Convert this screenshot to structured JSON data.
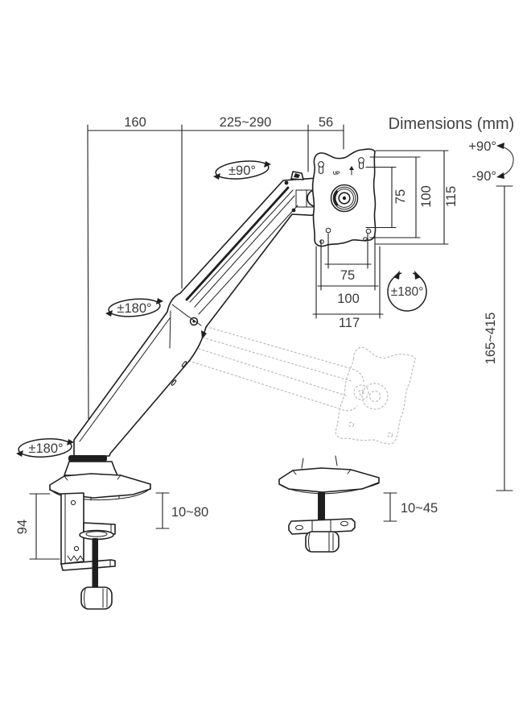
{
  "title": "Dimensions (mm)",
  "colors": {
    "background": "#ffffff",
    "line_color": "#1f1f1f",
    "text_color": "#3a3a3a",
    "ghost_color": "#bcbcbc"
  },
  "top_dimensions": {
    "base_to_elbow": "160",
    "arm_reach": "225~290",
    "head_depth": "56"
  },
  "vesa_plate": {
    "up_label": "UP",
    "vertical": {
      "inner": "75",
      "middle": "100",
      "outer": "115"
    },
    "horizontal": {
      "inner": "75",
      "middle": "100",
      "outer": "117"
    }
  },
  "height_dimension": {
    "range": "165~415"
  },
  "clamp": {
    "bracket_height": "94",
    "desk_thickness": "10~80"
  },
  "grommet": {
    "desk_thickness": "10~45"
  },
  "rotation_labels": {
    "head_swivel": "±90°",
    "tilt_up": "+90°",
    "tilt_down": "-90°",
    "vesa_rotation": "±180°",
    "elbow_swivel": "±180°",
    "base_swivel": "±180°"
  }
}
